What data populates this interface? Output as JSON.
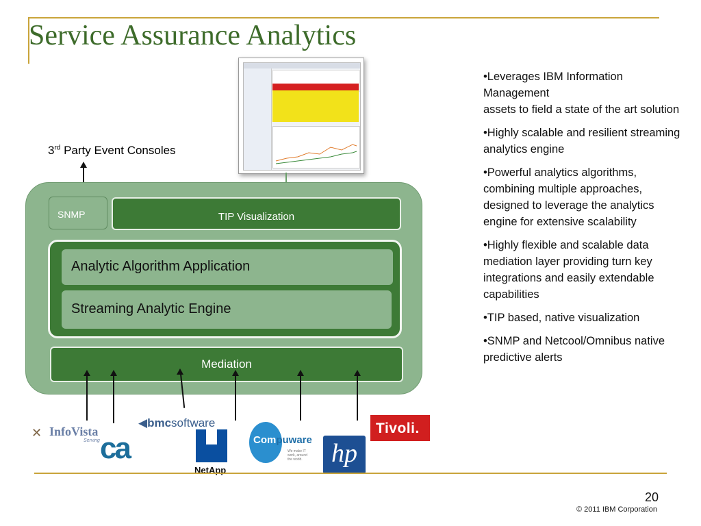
{
  "slide": {
    "title": "Service Assurance Analytics",
    "page_number": "20",
    "copyright": "© 2011 IBM Corporation"
  },
  "diagram": {
    "third_party_label_pre": "3",
    "third_party_label_sup": "rd",
    "third_party_label_post": " Party Event Consoles",
    "snmp": "SNMP",
    "tip_visualization": "TIP Visualization",
    "analytic_algorithm": "Analytic Algorithm Application",
    "streaming_engine": "Streaming Analytic Engine",
    "mediation": "Mediation"
  },
  "bullets": [
    "•Leverages IBM Information Management\nassets to field a state of the art solution",
    "•Highly scalable and resilient streaming analytics engine",
    "•Powerful analytics algorithms, combining multiple approaches, designed to leverage the analytics engine for extensive scalability",
    "•Highly flexible and scalable data mediation layer providing turn key integrations and easily extendable capabilities",
    "•TIP based, native visualization",
    "•SNMP and Netcool/Omnibus native predictive alerts"
  ],
  "logos": {
    "infovista": "InfoVista",
    "infovista_tagline": "Serving IT",
    "ca": "ca",
    "bmc_bold": "bmc",
    "bmc_rest": "software",
    "netapp": "NetApp",
    "compuware_a": "Com",
    "compuware_b": "puware",
    "compuware_tagline": "We make IT work, around the world.",
    "hp": "hp",
    "tivoli": "Tivoli."
  }
}
